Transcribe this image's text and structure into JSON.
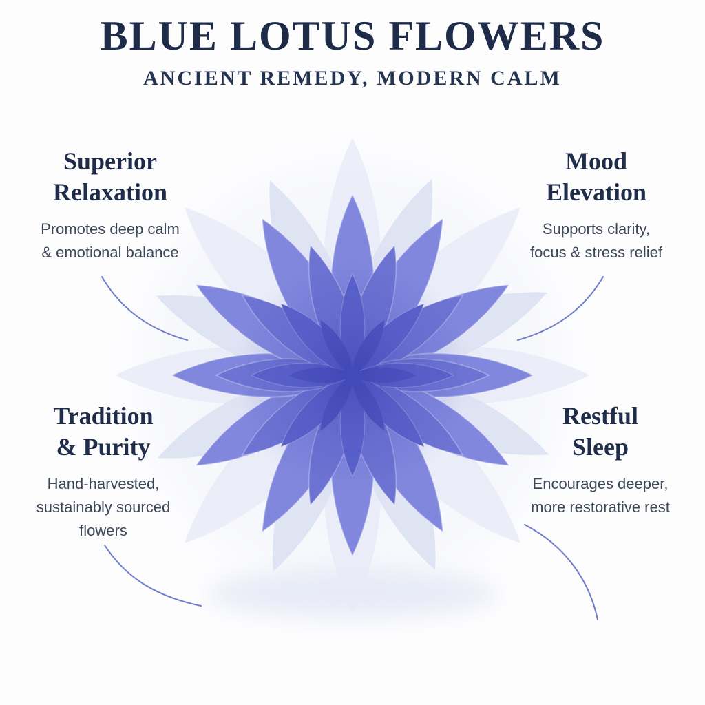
{
  "page": {
    "title": "BLUE LOTUS FLOWERS",
    "subtitle": "ANCIENT REMEDY, MODERN CALM"
  },
  "benefits": [
    {
      "id": "superior-relaxation",
      "heading": "Superior\nRelaxation",
      "body": "Promotes deep calm\n& emotional balance"
    },
    {
      "id": "mood-elevation",
      "heading": "Mood\nElevation",
      "body": "Supports clarity,\nfocus & stress relief"
    },
    {
      "id": "tradition-purity",
      "heading": "Tradition\n& Purity",
      "body": "Hand-harvested,\nsustainably sourced\nflowers"
    },
    {
      "id": "restful-sleep",
      "heading": "Restful\nSleep",
      "body": "Encourages deeper,\nmore restorative rest"
    }
  ],
  "illustration": "blue-lotus-flower",
  "colors": {
    "heading": "#1f2d4a",
    "body_text": "#3d4759",
    "petal_main": "#6d73d2",
    "petal_ghost": "#e2e6f5",
    "connector": "#5565c2",
    "background": "#fdfdfe"
  }
}
